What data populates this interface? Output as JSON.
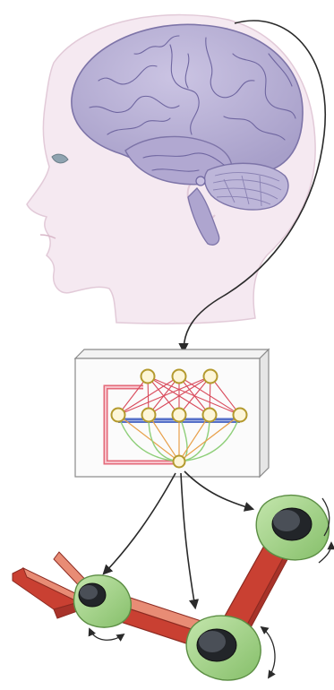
{
  "diagram": {
    "nodes": [
      {
        "id": "brain",
        "kind": "human-head-with-brain"
      },
      {
        "id": "decoder",
        "kind": "neural-network-decoder-box"
      },
      {
        "id": "arm",
        "kind": "robotic-arm-with-three-joints"
      }
    ],
    "connections": [
      {
        "from": "brain",
        "to": "decoder"
      },
      {
        "from": "decoder",
        "to": "arm-joint-wrist"
      },
      {
        "from": "decoder",
        "to": "arm-joint-elbow"
      },
      {
        "from": "decoder",
        "to": "arm-joint-shoulder"
      }
    ],
    "network": {
      "layers": [
        3,
        5,
        1
      ],
      "colors": {
        "node_fill": "#fdf6d8",
        "node_stroke": "#b49a2e",
        "link_red": "#d94b5c",
        "link_blue": "#5670c8",
        "link_orange": "#e8a04a",
        "link_green": "#8fcf7a",
        "feedback_loop": "#e46a7a"
      }
    },
    "colors": {
      "brain": "#b4acd3",
      "skin": "#f5e9f1",
      "arm_red": "#c94032",
      "arm_salmon": "#e88c75",
      "joint_green": "#a9d78b",
      "joint_dark": "#3b3f46",
      "arrow": "#2a2a2a"
    }
  }
}
